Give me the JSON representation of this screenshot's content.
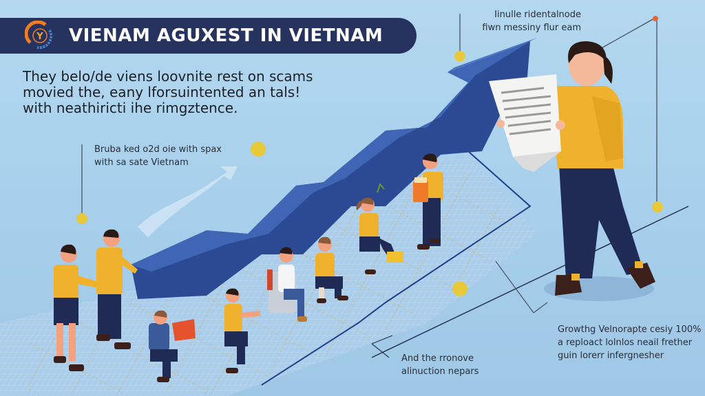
{
  "header": {
    "title": "VIENAM AGUXEST IN VIETNAM",
    "logo_icon": "circular-y-logo-icon"
  },
  "intro": {
    "lines": [
      "They belo/de viens loovnite rest on scams",
      "movied the, eany lforsuintented an tals!",
      "with neathiricti ihe rimgztence."
    ]
  },
  "callouts": {
    "left_mid": {
      "lines": [
        "Bruba ked o2d oie with spax",
        "with sa sate Vietnam"
      ]
    },
    "top_right": {
      "lines": [
        "Iinulle ridentalnode",
        "fiwn messiny flur eam"
      ]
    },
    "bottom_right": {
      "lines": [
        "Growthg Velnorapte cesiy 100%",
        "a reploact lolnlos neail frether",
        "guin lorerr infergnesher"
      ]
    },
    "bottom_center": {
      "lines": [
        "And the rronove",
        "alinuction nepars"
      ]
    }
  },
  "illustration": {
    "main_arrow": "rising-blue-arrow-icon",
    "floor": "isometric-grid-floor",
    "coins": [
      "coin-icon",
      "coin-icon",
      "coin-icon",
      "coin-icon",
      "coin-icon"
    ],
    "figures": [
      "person-walking-yellow-shirt",
      "person-pushing-arrow",
      "person-kneeling-with-red-folder",
      "person-crouching-yellow-shirt",
      "person-seated-white-shirt",
      "person-seated-yellow-shirt",
      "girl-kneeling-with-plant",
      "person-holding-box",
      "woman-reading-document"
    ],
    "colors": {
      "background": "#a8d0ec",
      "arrow_dark": "#2c4a93",
      "arrow_light": "#3f66b5",
      "shirt_yellow": "#f0b22c",
      "pants_navy": "#1f2a55",
      "title_bar": "#26335e",
      "coin": "#e7c93a",
      "grid_gold": "#d9b04a"
    }
  }
}
